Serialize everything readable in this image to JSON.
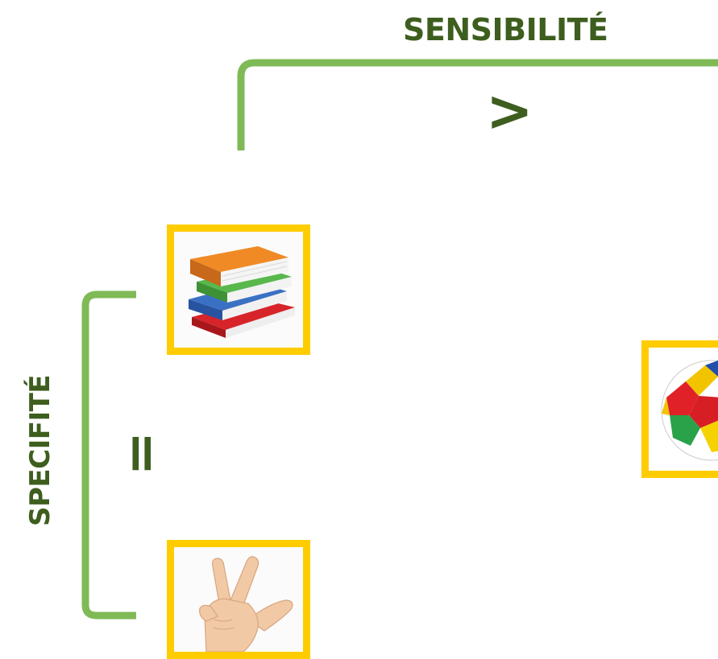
{
  "labels": {
    "top": "SENSIBILITÉ",
    "left": "SPECIFITÉ",
    "greater_than": ">",
    "equals": "="
  },
  "colors": {
    "bracket": "#7fba56",
    "text": "#3d5e1e",
    "frame": "#ffcc00"
  },
  "images": {
    "top_left": "stack-of-books",
    "bottom_left": "hand-three-fingers",
    "right": "soccer-ball"
  }
}
